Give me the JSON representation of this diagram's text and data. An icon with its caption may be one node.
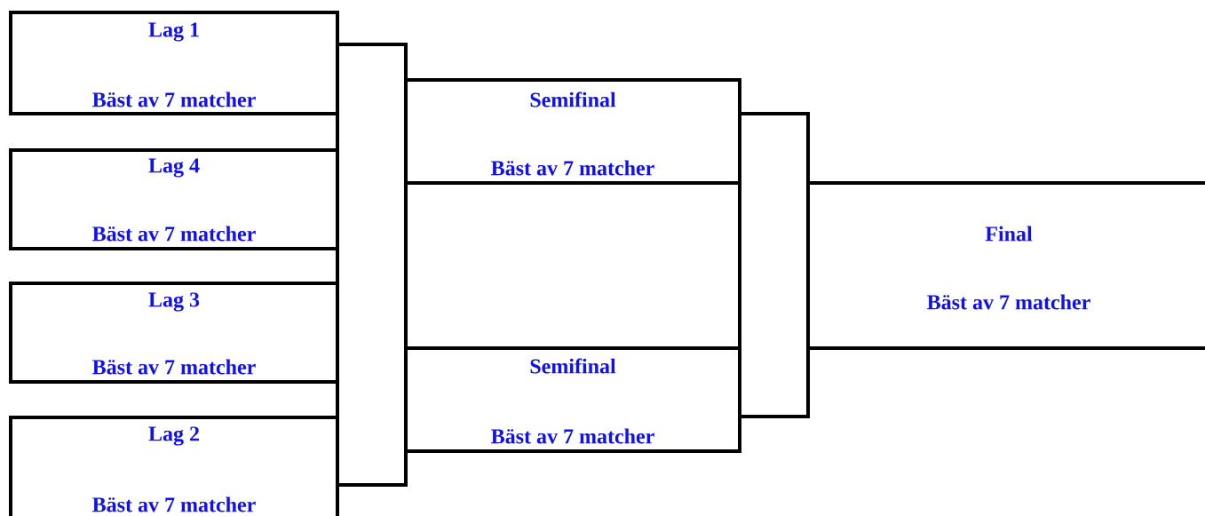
{
  "diagram": {
    "nodes": [
      {
        "text": [
          "Lag 1",
          "Bäst av 7 matcher"
        ]
      },
      {
        "text": [
          "Lag 4",
          "Bäst av 7 matcher"
        ]
      },
      {
        "text": [
          "Lag 3",
          "Bäst av 7 matcher"
        ]
      },
      {
        "text": [
          "Lag 2",
          "Bäst av 7 matcher"
        ]
      },
      {
        "text": [],
        "shape": "box"
      },
      {
        "text": [
          "Semifinal",
          "Bäst av 7 matcher"
        ]
      },
      {
        "text": [
          "Semifinal",
          "Bäst av 7 matcher"
        ]
      },
      {
        "text": [],
        "shape": "box"
      },
      {
        "text": [
          "Final",
          "Bäst av 7 matcher"
        ]
      }
    ]
  }
}
